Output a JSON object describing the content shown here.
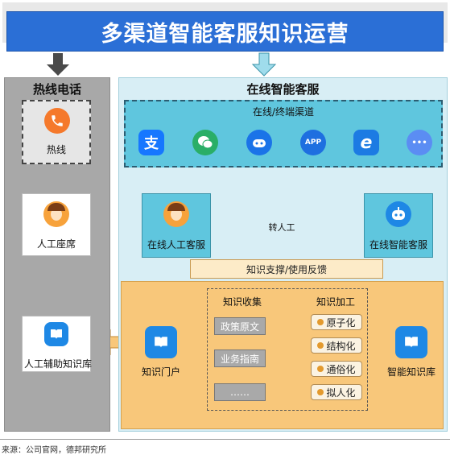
{
  "title": "多渠道智能客服知识运营",
  "hotline": {
    "title": "热线电话",
    "phone_label": "热线",
    "agent_label": "人工座席",
    "kb_label": "人工辅助知识库"
  },
  "online": {
    "title": "在线智能客服",
    "channels_title": "在线/终端渠道",
    "channels": [
      {
        "icon": "alipay-icon",
        "glyph": "支",
        "color": "#1677ff"
      },
      {
        "icon": "wechat-icon",
        "glyph": "",
        "color": "#2aae67"
      },
      {
        "icon": "robot-app-icon",
        "glyph": "",
        "color": "#1a73e8"
      },
      {
        "icon": "app-icon",
        "glyph": "APP",
        "color": "#1e6fe0"
      },
      {
        "icon": "ie-browser-icon",
        "glyph": "e",
        "color": "#1c7be3"
      },
      {
        "icon": "more-icon",
        "glyph": "•••",
        "color": "#5b8df3"
      }
    ],
    "human_service_label": "在线人工客服",
    "smart_service_label": "在线智能客服",
    "transfer_label": "转人工",
    "support_label": "知识支撑/使用反馈"
  },
  "knowledge": {
    "collect_title": "知识收集",
    "process_title": "知识加工",
    "sources": [
      "政策原文",
      "业务指南",
      "……"
    ],
    "process_steps": [
      "原子化",
      "结构化",
      "通俗化",
      "拟人化"
    ],
    "portal_label": "知识门户",
    "smart_kb_label": "智能知识库"
  },
  "source_note": "来源：公司官网，德邦研究所",
  "colors": {
    "title_bg": "#2b6fd6",
    "accent_cyan": "#5fc6de",
    "orange": "#f8c77a",
    "dark_arrow": "#4a4a4a"
  }
}
